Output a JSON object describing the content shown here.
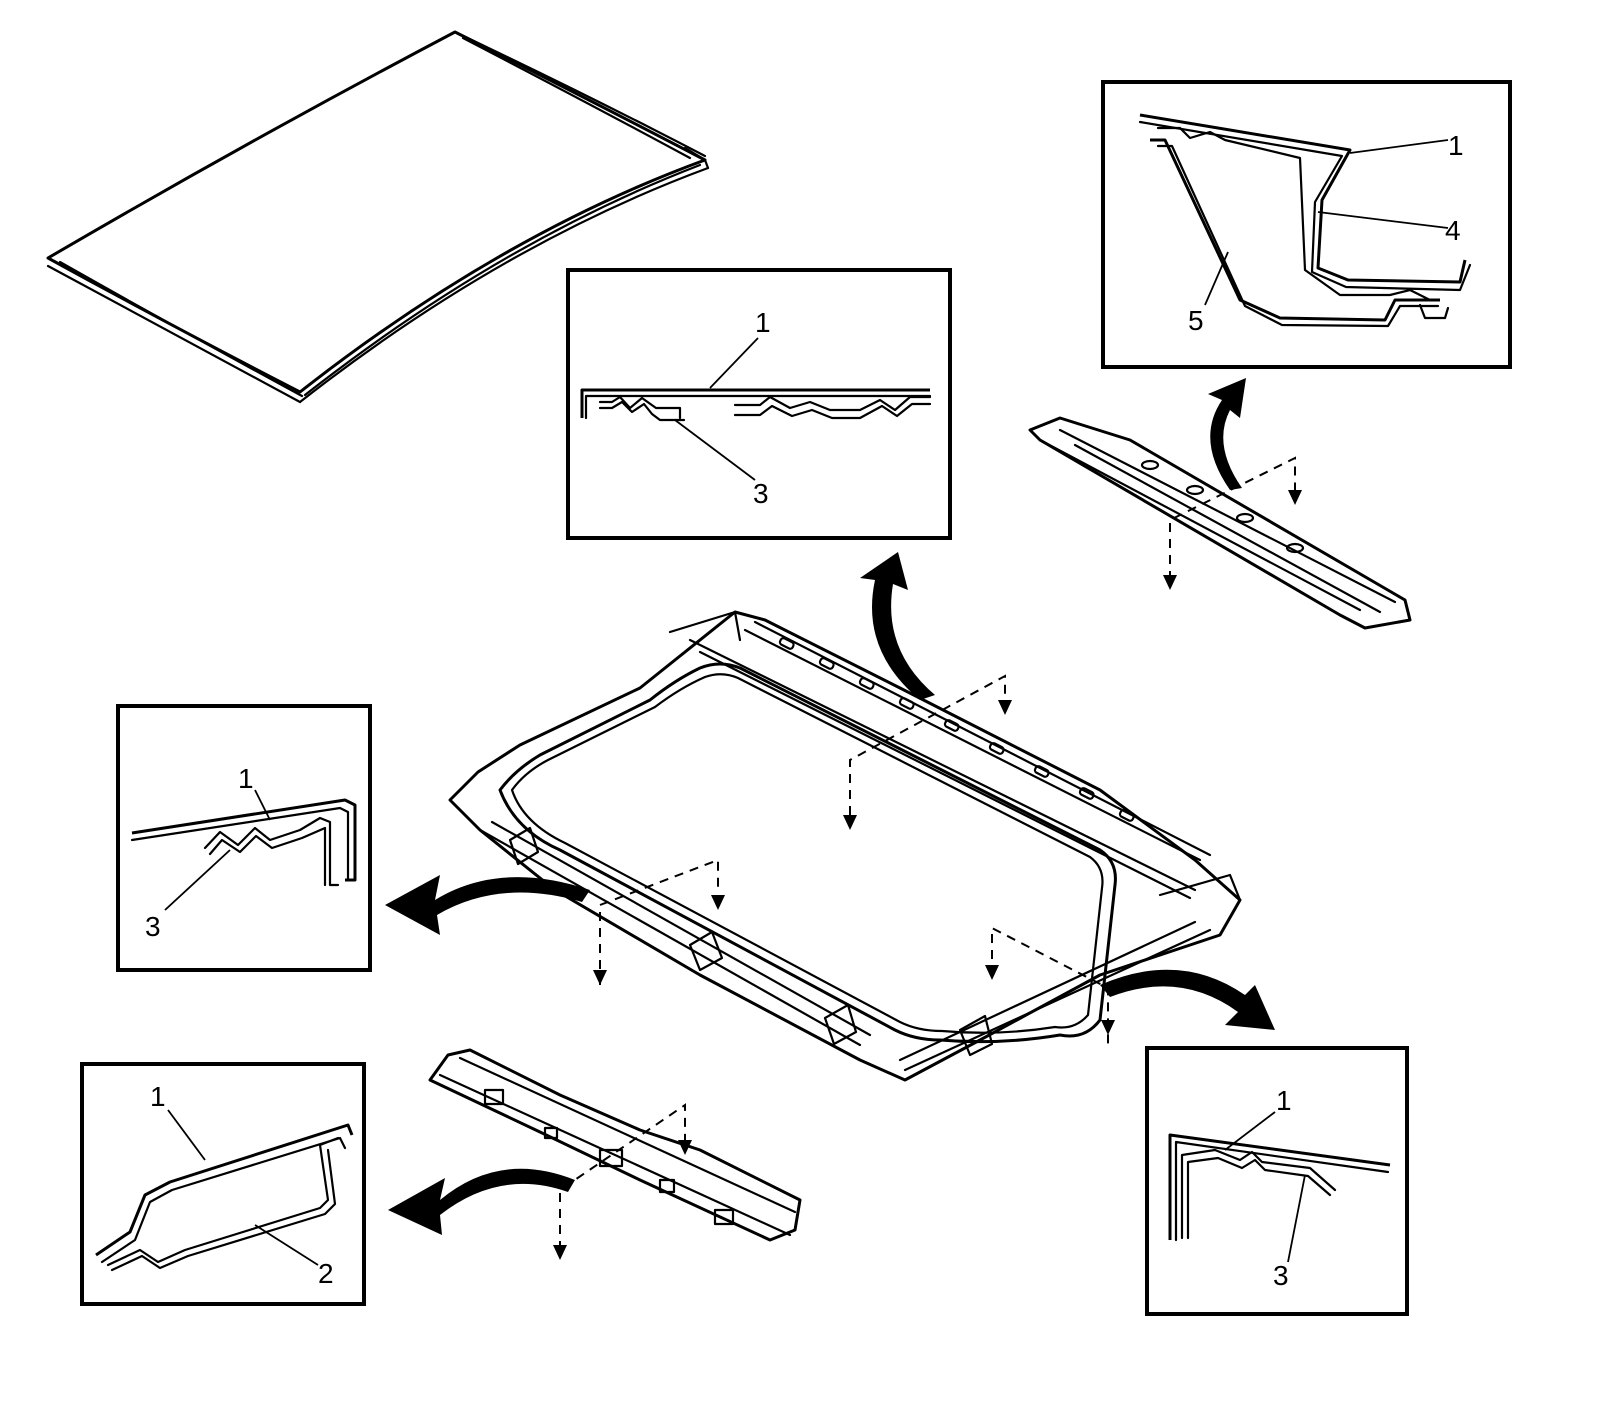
{
  "diagram": {
    "details": [
      {
        "name": "front-header-detail",
        "callouts": [
          "1",
          "3"
        ]
      },
      {
        "name": "rear-header-detail",
        "callouts": [
          "1",
          "4",
          "5"
        ]
      },
      {
        "name": "left-rail-detail",
        "callouts": [
          "1",
          "3"
        ]
      },
      {
        "name": "right-rail-detail",
        "callouts": [
          "1",
          "3"
        ]
      },
      {
        "name": "rear-bow-detail",
        "callouts": [
          "1",
          "2"
        ]
      }
    ]
  },
  "colors": {
    "line": "#000000",
    "background": "#ffffff"
  }
}
